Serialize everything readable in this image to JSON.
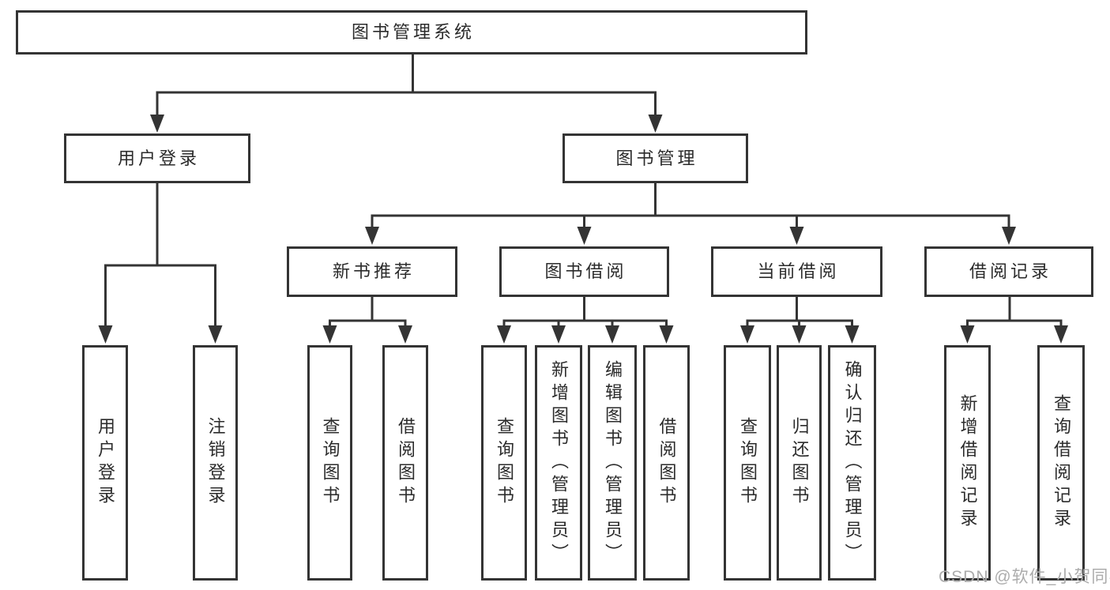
{
  "tree": {
    "label": "图书管理系统",
    "children": [
      {
        "label": "用户登录",
        "children": [
          {
            "label": "用户登录"
          },
          {
            "label": "注销登录"
          }
        ]
      },
      {
        "label": "图书管理",
        "children": [
          {
            "label": "新书推荐",
            "children": [
              {
                "label": "查询图书"
              },
              {
                "label": "借阅图书"
              }
            ]
          },
          {
            "label": "图书借阅",
            "children": [
              {
                "label": "查询图书"
              },
              {
                "label": "新增图书（管理员）"
              },
              {
                "label": "编辑图书（管理员）"
              },
              {
                "label": "借阅图书"
              }
            ]
          },
          {
            "label": "当前借阅",
            "children": [
              {
                "label": "查询图书"
              },
              {
                "label": "归还图书"
              },
              {
                "label": "确认归还（管理员）"
              }
            ]
          },
          {
            "label": "借阅记录",
            "children": [
              {
                "label": "新增借阅记录"
              },
              {
                "label": "查询借阅记录"
              }
            ]
          }
        ]
      }
    ]
  },
  "watermark": {
    "text": "CSDN @软件_小贺同学"
  },
  "colors": {
    "line": "#343434",
    "box_border": "#343434",
    "text": "#2b2b2b",
    "watermark": "#acacac",
    "background": "#ffffff"
  }
}
